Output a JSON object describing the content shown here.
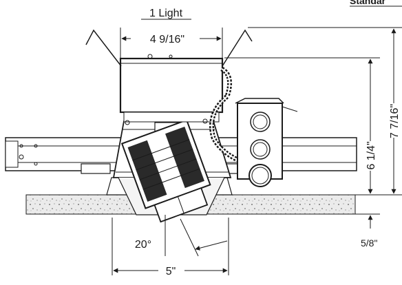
{
  "header": {
    "variant_label": "1 Light",
    "corner_label": "Standar"
  },
  "dimensions": {
    "top_width": "4 9/16\"",
    "body_height": "6 1/4\"",
    "overall_height": "7 7/16\"",
    "flange": "5/8\"",
    "aperture": "5\"",
    "tilt_angle": "20°"
  },
  "colors": {
    "line": "#1a1a1a",
    "ceiling_fill": "#e6e6e6",
    "lamp_fill": "#2a2a2a"
  }
}
